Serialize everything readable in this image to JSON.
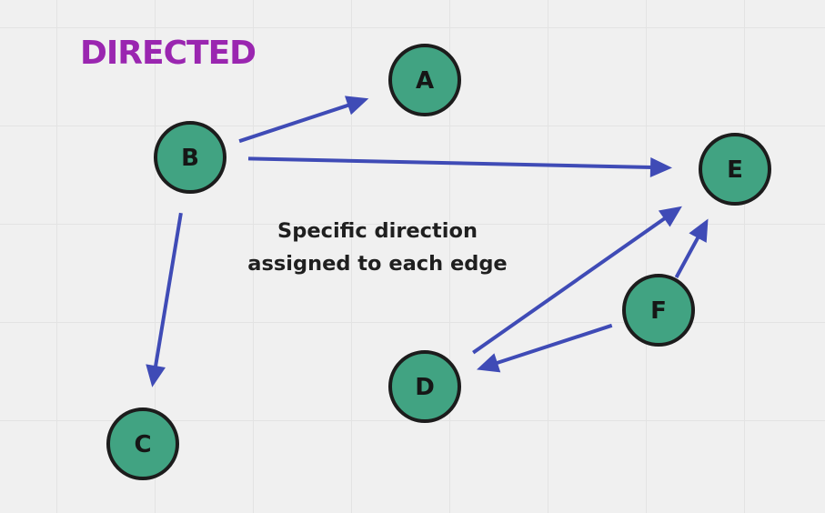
{
  "title": "DIRECTED",
  "caption": {
    "line1": "Specific direction",
    "line2": "assigned to each edge"
  },
  "colors": {
    "title": "#9a26b0",
    "node_fill": "#41a382",
    "node_stroke": "#1c1c1c",
    "edge": "#3f4bb6",
    "background": "#f0f0f0"
  },
  "nodes": [
    {
      "id": "A",
      "label": "A"
    },
    {
      "id": "B",
      "label": "B"
    },
    {
      "id": "C",
      "label": "C"
    },
    {
      "id": "D",
      "label": "D"
    },
    {
      "id": "E",
      "label": "E"
    },
    {
      "id": "F",
      "label": "F"
    }
  ],
  "edges": [
    {
      "from": "B",
      "to": "A"
    },
    {
      "from": "B",
      "to": "E"
    },
    {
      "from": "B",
      "to": "C"
    },
    {
      "from": "D",
      "to": "E"
    },
    {
      "from": "F",
      "to": "E"
    },
    {
      "from": "F",
      "to": "D"
    }
  ]
}
